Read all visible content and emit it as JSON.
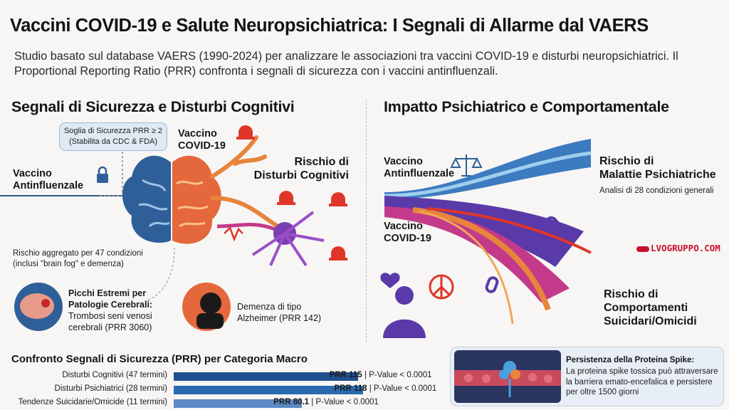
{
  "header": {
    "title": "Vaccini COVID-19 e Salute Neuropsichiatrica: I Segnali di Allarme dal VAERS",
    "subtitle": "Studio basato sul database VAERS (1990-2024) per analizzare le associazioni tra vaccini COVID-19 e disturbi neuropsichiatrici. Il Proportional Reporting Ratio (PRR) confronta i segnali di sicurezza con i vaccini antinfluenzali."
  },
  "left_panel": {
    "heading": "Segnali di Sicurezza e Disturbi Cognitivi",
    "callout_line1": "Soglia di Sicurezza PRR ≥ 2",
    "callout_line2": "(Stabilita da CDC & FDA)",
    "flu_label_1": "Vaccino",
    "flu_label_2": "Antinfluenzale",
    "covid_label_1": "Vaccino",
    "covid_label_2": "COVID-19",
    "risk_1": "Rischio di",
    "risk_2": "Disturbi Cognitivi",
    "aggregate_1": "Rischio aggregato per 47 condizioni",
    "aggregate_2": "(inclusi \"brain fog\" e demenza)",
    "peak_title_1": "Picchi Estremi per",
    "peak_title_2": "Patologie Cerebrali:",
    "peak_text_1": "Trombosi seni venosi",
    "peak_text_2": "cerebrali (PRR 3060)",
    "dementia_1": "Demenza di tipo",
    "dementia_2": "Alzheimer (PRR 142)"
  },
  "right_panel": {
    "heading": "Impatto Psichiatrico e Comportamentale",
    "flu_label_1": "Vaccino",
    "flu_label_2": "Antinfluenzale",
    "covid_label_1": "Vaccino",
    "covid_label_2": "COVID-19",
    "risk_psych_1": "Rischio di",
    "risk_psych_2": "Malattie Psichiatriche",
    "psych_note": "Analisi di 28 condizioni generali",
    "risk_suic_1": "Rischio di",
    "risk_suic_2": "Comportamenti",
    "risk_suic_3": "Suicidari/Omicidi",
    "brand": "LVOGRUPPO.COM"
  },
  "bars": {
    "title": "Confronto Segnali di Sicurezza (PRR) per Categoria Macro",
    "max": 120,
    "items": [
      {
        "label": "Disturbi Cognitivi (47 termini)",
        "value_text": "PRR 115",
        "pvalue": " | P-Value < 0.0001",
        "value": 115
      },
      {
        "label": "Disturbi Psichiatrici (28 termini)",
        "value_text": "PRR 118",
        "pvalue": " | P-Value < 0.0001",
        "value": 118
      },
      {
        "label": "Tendenze Suicidarie/Omicide (11 termini)",
        "value_text": "PRR 80.1",
        "pvalue": " | P-Value < 0.0001",
        "value": 80.1
      }
    ]
  },
  "spike": {
    "title": "Persistenza della Proteina Spike:",
    "text": "La proteina spike tossica può attraversare la barriera emato-encefalica e persistere per oltre 1500 giorni"
  },
  "colors": {
    "bar": "#1f4f8f",
    "bar_light": "#5b8ac4",
    "brand": "#c8102e",
    "alarm": "#e0362a"
  }
}
